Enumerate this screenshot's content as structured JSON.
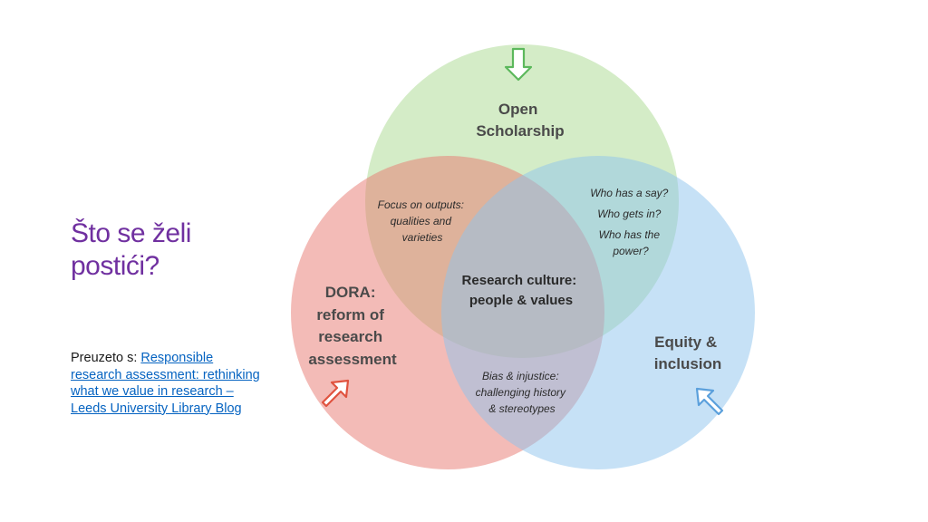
{
  "slide": {
    "title_lines": [
      "Što se želi",
      "postići?"
    ],
    "source_prefix": "Preuzeto s: ",
    "source_link_text": "Responsible research assessment: rethinking what we value in research – Leeds University Library Blog"
  },
  "diagram": {
    "circles": {
      "open": {
        "lines": [
          "Open",
          "Scholarship"
        ],
        "color": "#a9d98f"
      },
      "dora": {
        "lines": [
          "DORA:",
          "reform of",
          "research",
          "assessment"
        ],
        "color": "#e8776f"
      },
      "equity": {
        "lines": [
          "Equity &",
          "inclusion"
        ],
        "color": "#8ec3ee"
      }
    },
    "overlaps": {
      "open_dora": [
        "Focus on outputs:",
        "qualities and",
        "varieties"
      ],
      "open_equity": [
        "Who has a say?",
        "Who gets in?",
        "Who has the",
        "power?"
      ],
      "dora_equity": [
        "Bias & injustice:",
        "challenging history",
        "& stereotypes"
      ],
      "center": [
        "Research culture:",
        "people & values"
      ]
    },
    "arrows": {
      "open": {
        "color": "#5cb85c",
        "icon": "arrow-down-icon"
      },
      "dora": {
        "color": "#e0533f",
        "icon": "arrow-up-right-icon"
      },
      "equity": {
        "color": "#5ba0dc",
        "icon": "arrow-up-left-icon"
      }
    }
  }
}
